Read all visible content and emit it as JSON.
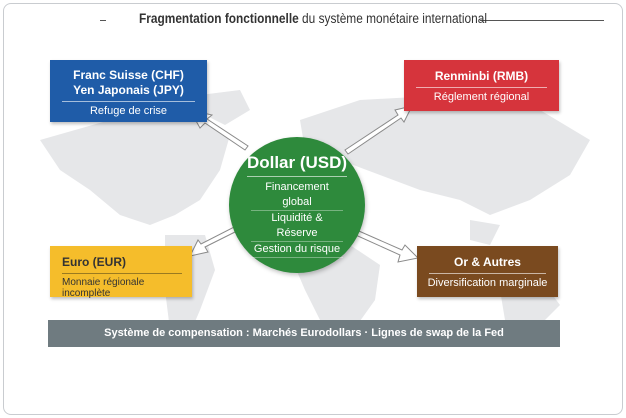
{
  "title": {
    "bold": "Fragmentation fonctionnelle",
    "rest": " du système monétaire international"
  },
  "center": {
    "title": "Dollar (USD)",
    "lines": [
      "Financement global",
      "Liquidité & Réserve",
      "Gestion du risque"
    ],
    "color": "#2e8a3c"
  },
  "nodes": {
    "safe": {
      "title1": "Franc Suisse (CHF)",
      "title2": "Yen Japonais (JPY)",
      "sub": "Refuge de crise",
      "color": "#1f5ca8"
    },
    "rmb": {
      "title": "Renminbi (RMB)",
      "sub": "Réglement régional",
      "color": "#d6343c"
    },
    "eur": {
      "title": "Euro (EUR)",
      "sub": "Monnaie régionale incomplète",
      "color": "#f5bd2b"
    },
    "gold": {
      "title": "Or & Autres",
      "sub": "Diversification marginale",
      "color": "#7a4a1f"
    }
  },
  "footer": "Système de compensation : Marchés Eurodollars · Lignes de swap de la Fed"
}
